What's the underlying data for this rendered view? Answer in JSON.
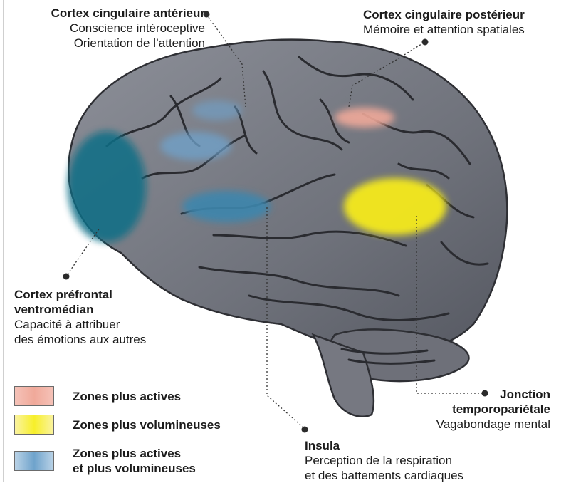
{
  "regions": {
    "acc": {
      "title": "Cortex cingulaire antérieur",
      "line1": "Conscience intéroceptive",
      "line2": "Orientation de l’attention"
    },
    "pcc": {
      "title": "Cortex cingulaire postérieur",
      "line1": "Mémoire et attention spatiales"
    },
    "vmpfc": {
      "title1": "Cortex préfrontal",
      "title2": "ventromédian",
      "line1": "Capacité à attribuer",
      "line2": "des émotions aux autres"
    },
    "tpj": {
      "title1": "Jonction",
      "title2": "temporopariétale",
      "line1": "Vagabondage mental"
    },
    "insula": {
      "title": "Insula",
      "line1": "Perception de la respiration",
      "line2": "et des battements cardiaques"
    }
  },
  "legend": {
    "items": [
      {
        "label": "Zones plus actives",
        "color": "#f0a99a"
      },
      {
        "label": "Zones plus volumineuses",
        "color": "#f7ef2a"
      },
      {
        "label1": "Zones plus actives",
        "label2": "et plus volumineuses",
        "color": "#6fa3cc"
      }
    ]
  },
  "colors": {
    "active": "#f0a99a",
    "volume": "#f5ea1f",
    "both_light": "#6fa3cc",
    "both_dark": "#0e6e86",
    "brain": "#7b7d86",
    "leader": "#333333"
  }
}
